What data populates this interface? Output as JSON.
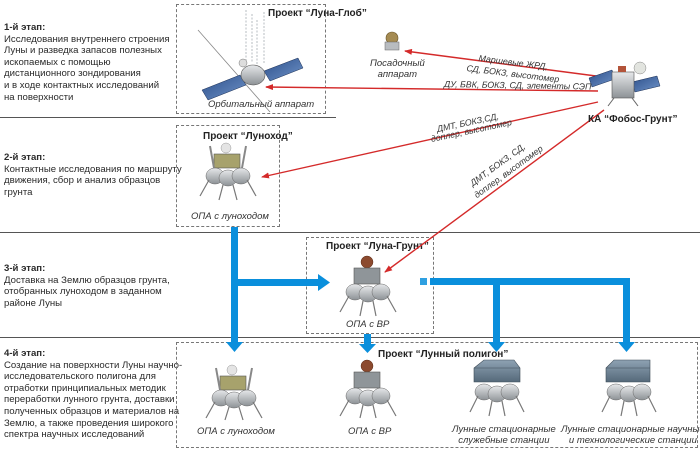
{
  "stages": [
    {
      "title": "1-й этап:",
      "lines": [
        "Исследования внутреннего строения",
        "Луны и разведка запасов полезных",
        "ископаемых с помощью",
        "дистанционного зондирования",
        "и в ходе контактных исследований",
        "на поверхности"
      ]
    },
    {
      "title": "2-й этап:",
      "lines": [
        "Контактные исследования по маршруту",
        "движения, сбор и анализ образцов",
        "грунта"
      ]
    },
    {
      "title": "3-й этап:",
      "lines": [
        "Доставка на Землю образцов грунта,",
        "отобранных луноходом в заданном",
        "районе Луны"
      ]
    },
    {
      "title": "4-й этап:",
      "lines": [
        "Создание на поверхности Луны научно-",
        "исследовательского полигона для",
        "отработки принципиальных методик",
        "переработки лунного грунта, доставки",
        "полученных образцов и материалов на",
        "Землю, а также проведения широкого",
        "спектра научных исследований"
      ]
    }
  ],
  "projects": {
    "luna_glob": {
      "title": "Проект “Луна-Глоб”",
      "orbiter": "Орбитальный аппарат",
      "lander": [
        "Посадочный",
        "аппарат"
      ]
    },
    "lunokhod": {
      "title": "Проект “Луноход”",
      "caption": "ОПА с луноходом"
    },
    "luna_grunt": {
      "title": "Проект “Луна-Грунт”",
      "caption": "ОПА с ВР"
    },
    "polygon": {
      "title": "Проект “Лунный полигон”",
      "items": [
        {
          "caption": [
            "ОПА с луноходом"
          ]
        },
        {
          "caption": [
            "ОПА с ВР"
          ]
        },
        {
          "caption": [
            "Лунные стационарные",
            "служебные станции"
          ]
        },
        {
          "caption": [
            "Лунные стационарные научные",
            "и технологические станции"
          ]
        }
      ]
    }
  },
  "source": {
    "title": "КА “Фобос-Грунт”"
  },
  "links": [
    {
      "target": "lander",
      "label": [
        "Маршевые ЖРД,",
        "СД, БОКЗ, высотомер"
      ]
    },
    {
      "target": "orbiter",
      "label": [
        "ДУ, БВК, БОКЗ, СД, элементы СЭП"
      ]
    },
    {
      "target": "lunokhod",
      "label": [
        "ДМТ, БОКЗ,СД,",
        "доплер, высотомер"
      ]
    },
    {
      "target": "luna_grunt",
      "label": [
        "ДМТ, БОКЗ, СД,",
        "доплер, высотомер"
      ]
    }
  ],
  "colors": {
    "red_arrow": "#d42a2a",
    "blue_flow": "#0a8fdc",
    "separator": "#555555",
    "dashed_box": "#777777"
  }
}
